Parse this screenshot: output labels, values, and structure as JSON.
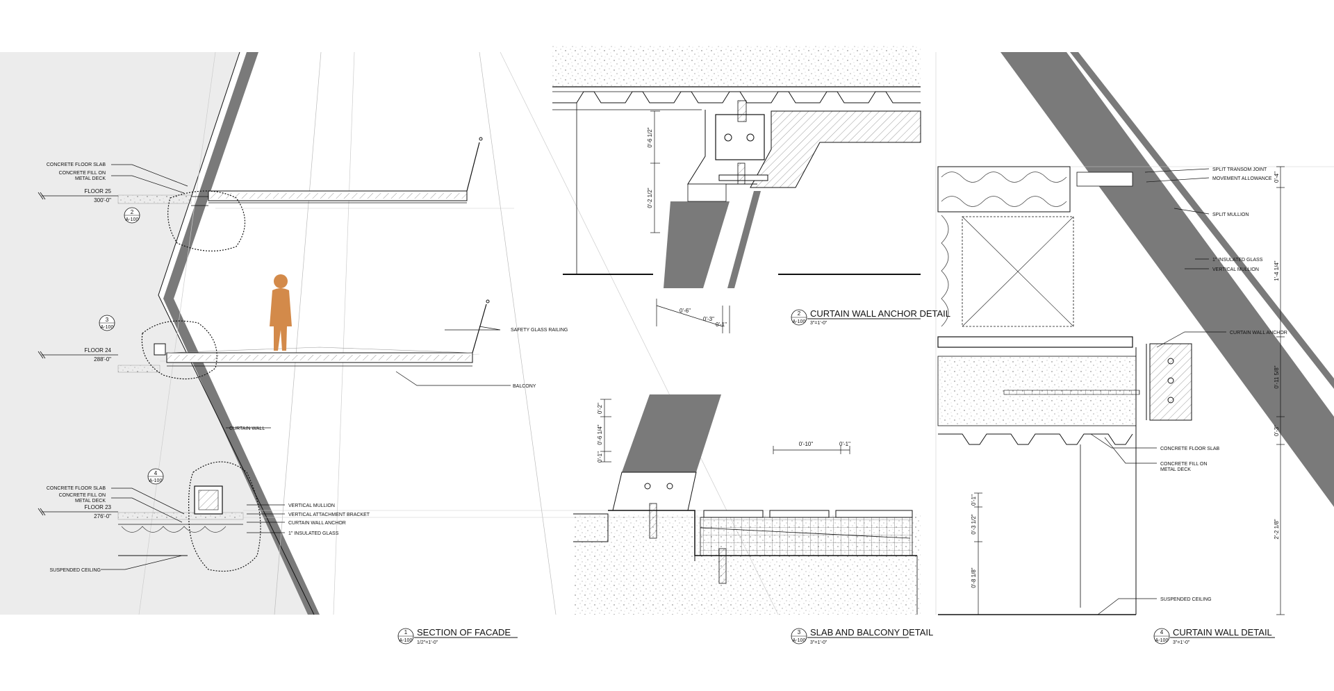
{
  "section_of_facade": {
    "title": "SECTION OF FACADE",
    "number": "1",
    "sheet": "A-100",
    "scale": "1/2\"=1'-0\"",
    "floors": [
      {
        "name": "FLOOR 25",
        "elev": "300'-0\""
      },
      {
        "name": "FLOOR 24",
        "elev": "288'-0\""
      },
      {
        "name": "FLOOR 23",
        "elev": "276'-0\""
      }
    ],
    "labels": {
      "slab_top": "CONCRETE FLOOR SLAB",
      "fill_top_1": "CONCRETE FILL ON",
      "fill_top_2": "METAL DECK",
      "railing": "SAFETY GLASS RAILING",
      "balcony": "BALCONY",
      "curtain_wall": "CURTAIN WALL",
      "slab_bottom": "CONCRETE FLOOR SLAB",
      "fill_bottom_1": "CONCRETE FILL ON",
      "fill_bottom_2": "METAL DECK",
      "suspended_ceiling": "SUSPENDED CEILING",
      "vertical_mullion": "VERTICAL MULLION",
      "attachment_bracket": "VERTICAL ATTACHMENT BRACKET",
      "anchor": "CURTAIN WALL ANCHOR",
      "glass": "1\" INSULATED GLASS"
    },
    "callouts": [
      {
        "num": "2",
        "sheet": "A-100"
      },
      {
        "num": "3",
        "sheet": "A-100"
      },
      {
        "num": "4",
        "sheet": "A-100"
      }
    ]
  },
  "anchor_detail": {
    "title": "CURTAIN WALL ANCHOR DETAIL",
    "number": "2",
    "sheet": "A-100",
    "scale": "3\"=1'-0\"",
    "dims": {
      "d1": "0'-6 1/2\"",
      "d2": "0'-2 1/2\"",
      "d3": "0'-6\"",
      "d4": "0'-3\"",
      "d5": "0'-1\""
    }
  },
  "balcony_detail": {
    "title": "SLAB AND BALCONY DETAIL",
    "number": "3",
    "sheet": "A-100",
    "scale": "3\"=1'-0\"",
    "dims": {
      "d1": "0'-2\"",
      "d2": "0'-6 1/4\"",
      "d3": "0'-1\"",
      "d4": "0'-10\"",
      "d5": "0'-1\""
    }
  },
  "wall_detail": {
    "title": "CURTAIN WALL DETAIL",
    "number": "4",
    "sheet": "A-100",
    "scale": "3\"=1'-0\"",
    "labels": {
      "transom": "SPLIT TRANSOM JOINT",
      "movement": "MOVEMENT ALLOWANCE",
      "split_mullion": "SPLIT MULLION",
      "glass": "1\" INSULATED GLASS",
      "vertical_mullion": "VERTICAL MULLION",
      "anchor": "CURTAIN WALL ANCHOR",
      "slab": "CONCRETE FLOOR SLAB",
      "fill_1": "CONCRETE FILL ON",
      "fill_2": "METAL DECK",
      "ceiling": "SUSPENDED CEILING"
    },
    "dims": {
      "r1": "0'-4\"",
      "r2": "1'-4 1/4\"",
      "r3": "0'-11 5/8\"",
      "r4": "0'-3\"",
      "r5": "2'-2 1/8\"",
      "l1": "0'-1\"",
      "l2": "0'-3 1/2\"",
      "l3": "0'-8 1/8\""
    }
  },
  "colors": {
    "line": "#111111",
    "wall": "#7a7a7a",
    "shade": "#ececec",
    "person": "#d38a4a"
  }
}
